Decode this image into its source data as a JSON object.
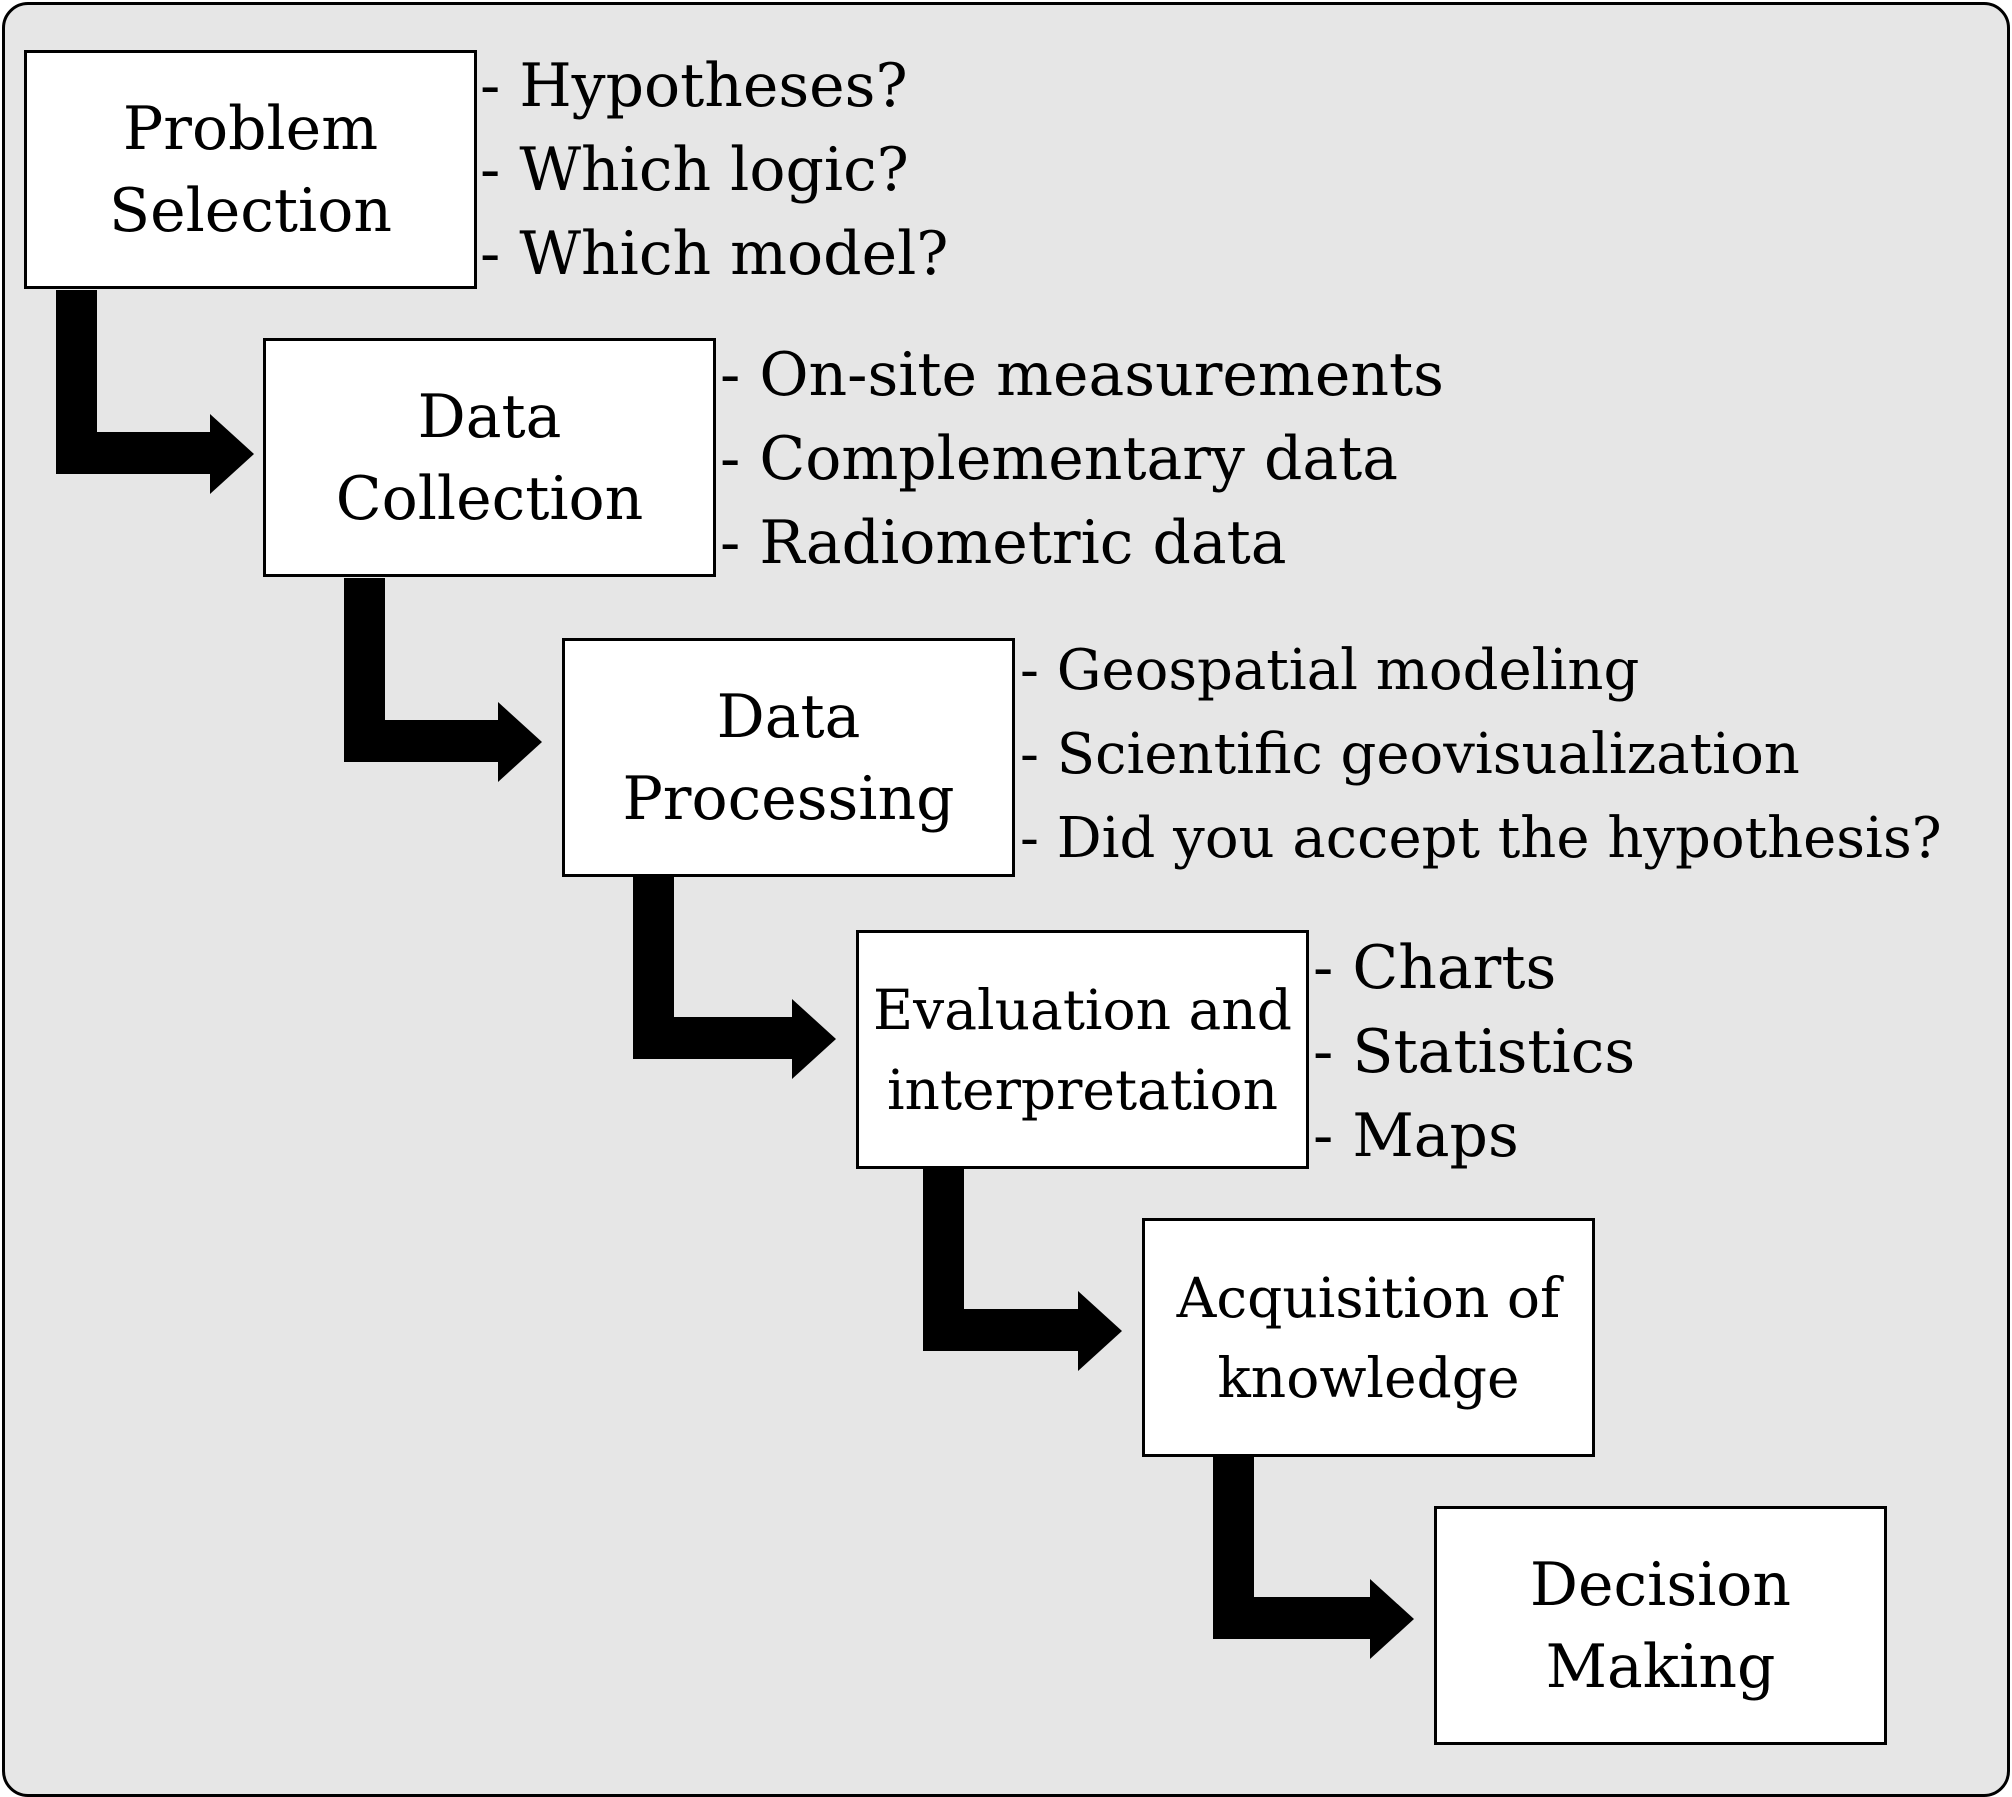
{
  "steps": [
    {
      "title_lines": [
        "Problem",
        "Selection"
      ],
      "notes": [
        "- Hypotheses?",
        "- Which logic?",
        "- Which model?"
      ]
    },
    {
      "title_lines": [
        "Data",
        "Collection"
      ],
      "notes": [
        "- On-site measurements",
        "- Complementary data",
        "- Radiometric data"
      ]
    },
    {
      "title_lines": [
        "Data",
        "Processing"
      ],
      "notes": [
        "- Geospatial modeling",
        "- Scientific geovisualization",
        "- Did you accept the hypothesis?"
      ]
    },
    {
      "title_lines": [
        "Evaluation and",
        "interpretation"
      ],
      "notes": [
        "- Charts",
        "- Statistics",
        "- Maps"
      ]
    },
    {
      "title_lines": [
        "Acquisition of",
        "knowledge"
      ],
      "notes": []
    },
    {
      "title_lines": [
        "Decision",
        "Making"
      ],
      "notes": []
    }
  ]
}
